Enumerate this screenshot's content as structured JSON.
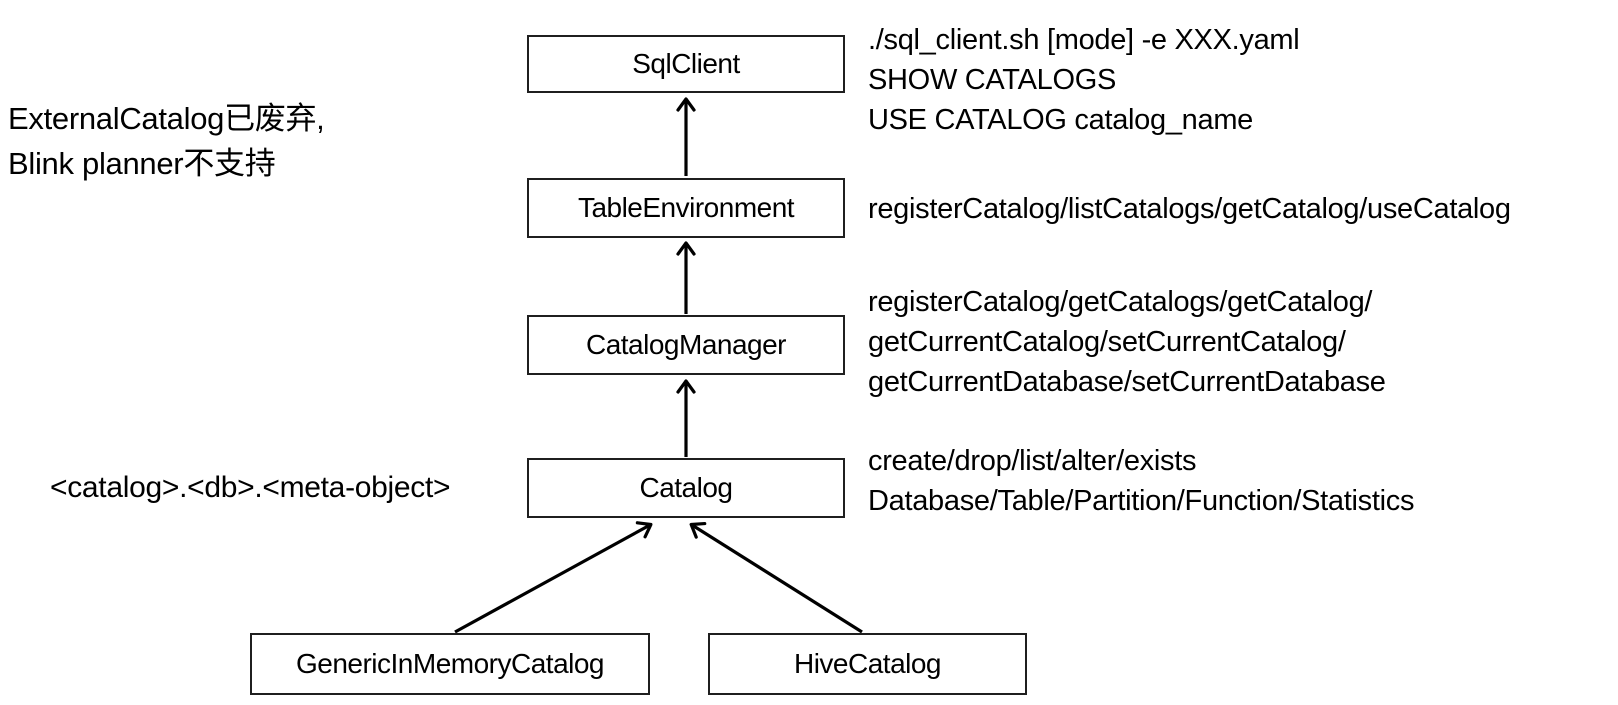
{
  "diagram": {
    "title_hint": "Flink SQL catalog class hierarchy",
    "colors": {
      "background": "#ffffff",
      "node_border": "#1f1f1f",
      "text": "#000000",
      "arrow": "#000000"
    },
    "nodes": [
      {
        "id": "sql-client",
        "label": "SqlClient"
      },
      {
        "id": "table-environment",
        "label": "TableEnvironment"
      },
      {
        "id": "catalog-manager",
        "label": "CatalogManager"
      },
      {
        "id": "catalog",
        "label": "Catalog"
      },
      {
        "id": "generic-in-memory-catalog",
        "label": "GenericInMemoryCatalog"
      },
      {
        "id": "hive-catalog",
        "label": "HiveCatalog"
      }
    ],
    "edges": [
      {
        "from": "table-environment",
        "to": "sql-client",
        "style": "arrow-up"
      },
      {
        "from": "catalog-manager",
        "to": "table-environment",
        "style": "arrow-up"
      },
      {
        "from": "catalog",
        "to": "catalog-manager",
        "style": "arrow-up"
      },
      {
        "from": "generic-in-memory-catalog",
        "to": "catalog",
        "style": "arrow-up"
      },
      {
        "from": "hive-catalog",
        "to": "catalog",
        "style": "arrow-up"
      }
    ],
    "annotations": {
      "deprecated_note": {
        "lines": [
          "ExternalCatalog已废弃,",
          "Blink planner不支持"
        ]
      },
      "namespace_note": {
        "lines": [
          "<catalog>.<db>.<meta-object>"
        ]
      },
      "sql_client_note": {
        "lines": [
          "./sql_client.sh [mode] -e XXX.yaml",
          "SHOW CATALOGS",
          "USE CATALOG catalog_name"
        ]
      },
      "table_environment_note": {
        "lines": [
          "registerCatalog/listCatalogs/getCatalog/useCatalog"
        ]
      },
      "catalog_manager_note": {
        "lines": [
          "registerCatalog/getCatalogs/getCatalog/",
          "getCurrentCatalog/setCurrentCatalog/",
          "getCurrentDatabase/setCurrentDatabase"
        ]
      },
      "catalog_note": {
        "lines": [
          "create/drop/list/alter/exists",
          "Database/Table/Partition/Function/Statistics"
        ]
      }
    }
  }
}
